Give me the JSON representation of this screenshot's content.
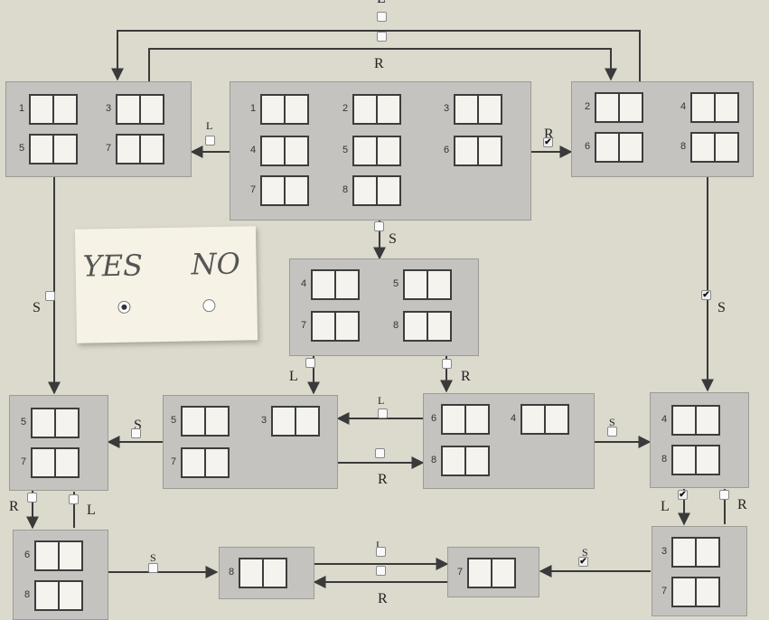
{
  "labels": {
    "L": "L",
    "R": "R",
    "S": "S"
  },
  "sticky_note": {
    "yes": "YES",
    "no": "NO",
    "selected": "yes"
  },
  "states": [
    {
      "id": "top-left",
      "cells": [
        "1",
        "3",
        "5",
        "7"
      ]
    },
    {
      "id": "top-center",
      "cells": [
        "1",
        "2",
        "3",
        "4",
        "5",
        "6",
        "7",
        "8"
      ]
    },
    {
      "id": "top-right",
      "cells": [
        "2",
        "4",
        "6",
        "8"
      ]
    },
    {
      "id": "middle",
      "cells": [
        "4",
        "5",
        "7",
        "8"
      ]
    },
    {
      "id": "row3-left",
      "cells": [
        "5",
        "7"
      ]
    },
    {
      "id": "row3-center-left",
      "cells": [
        "5",
        "3",
        "7"
      ]
    },
    {
      "id": "row3-center-right",
      "cells": [
        "6",
        "4",
        "8"
      ]
    },
    {
      "id": "row3-right",
      "cells": [
        "4",
        "8"
      ]
    },
    {
      "id": "bottom-left",
      "cells": [
        "6",
        "8"
      ]
    },
    {
      "id": "bottom-center-left",
      "cells": [
        "8"
      ]
    },
    {
      "id": "bottom-center-right",
      "cells": [
        "7"
      ]
    },
    {
      "id": "bottom-right",
      "cells": [
        "3",
        "7"
      ]
    }
  ],
  "checkboxes": [
    {
      "id": "top-L",
      "checked": false
    },
    {
      "id": "top-R",
      "checked": false
    },
    {
      "id": "center-to-left-L",
      "checked": false
    },
    {
      "id": "center-to-right-R",
      "checked": true
    },
    {
      "id": "center-S",
      "checked": false
    },
    {
      "id": "left-S",
      "checked": false
    },
    {
      "id": "right-S",
      "checked": true
    },
    {
      "id": "mid-L",
      "checked": false
    },
    {
      "id": "mid-R",
      "checked": false
    },
    {
      "id": "row3-L",
      "checked": false
    },
    {
      "id": "row3-R",
      "checked": false
    },
    {
      "id": "row3-left-S",
      "checked": false
    },
    {
      "id": "row3-right-S",
      "checked": false
    },
    {
      "id": "left-R",
      "checked": false
    },
    {
      "id": "left-L",
      "checked": false
    },
    {
      "id": "right-L",
      "checked": true
    },
    {
      "id": "right-R",
      "checked": false
    },
    {
      "id": "bottom-left-S",
      "checked": false
    },
    {
      "id": "bottom-L",
      "checked": false
    },
    {
      "id": "bottom-R",
      "checked": false
    },
    {
      "id": "bottom-right-S",
      "checked": true
    }
  ]
}
